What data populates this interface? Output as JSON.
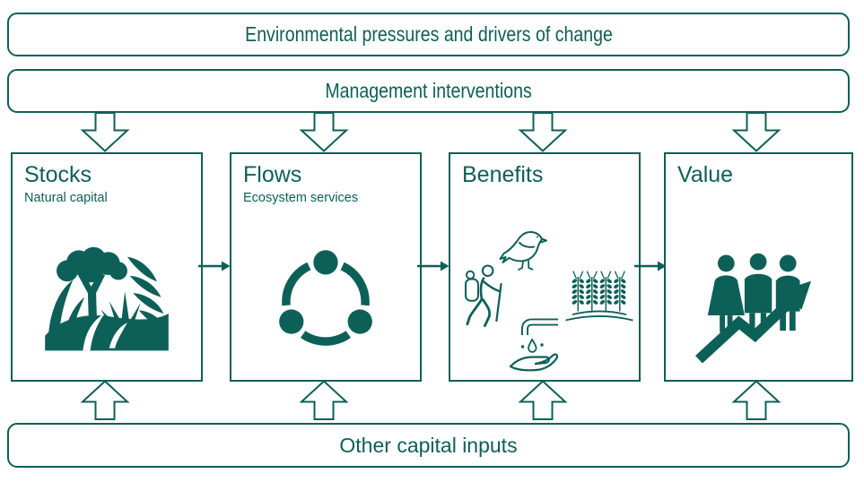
{
  "colors": {
    "teal": "#0d6058",
    "background": "#ffffff"
  },
  "banners": {
    "environmental": "Environmental pressures and drivers of change",
    "management": "Management interventions",
    "other_capital": "Other capital inputs"
  },
  "boxes": [
    {
      "title": "Stocks",
      "subtitle": "Natural capital",
      "icon": "vegetation-tree-icon"
    },
    {
      "title": "Flows",
      "subtitle": "Ecosystem services",
      "icon": "cycle-icon"
    },
    {
      "title": "Benefits",
      "subtitle": "",
      "icons": [
        "bird-icon",
        "hiker-icon",
        "wheat-crops-icon",
        "water-tap-hand-icon"
      ]
    },
    {
      "title": "Value",
      "subtitle": "",
      "icon": "people-growth-arrow-icon"
    }
  ],
  "arrows": {
    "down_from_management": 4,
    "up_from_other_capital": 4,
    "right_between_boxes": 3
  }
}
